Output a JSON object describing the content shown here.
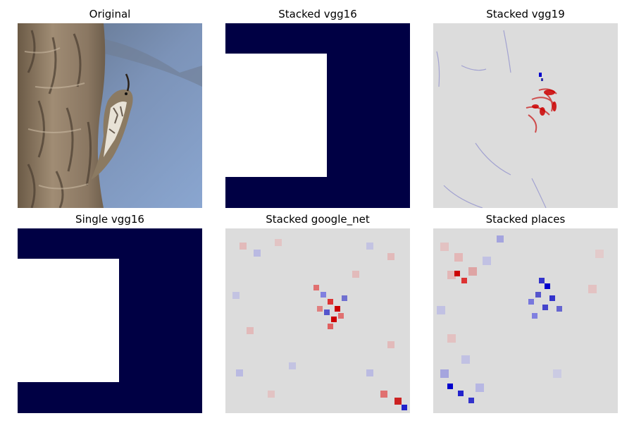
{
  "figure": {
    "panels": [
      {
        "title": "Original",
        "kind": "photo"
      },
      {
        "title": "Stacked vgg16",
        "kind": "mask"
      },
      {
        "title": "Stacked vgg19",
        "kind": "heatmap-fine"
      },
      {
        "title": "Single vgg16",
        "kind": "mask"
      },
      {
        "title": "Stacked google_net",
        "kind": "heatmap-coarse"
      },
      {
        "title": "Stacked places",
        "kind": "heatmap-blocky"
      }
    ],
    "colors": {
      "mask_dark": "#000044",
      "mask_light": "#ffffff",
      "heat_neutral": "#dcdcdc",
      "heat_positive": "#cc0000",
      "heat_negative": "#0000cc"
    }
  }
}
